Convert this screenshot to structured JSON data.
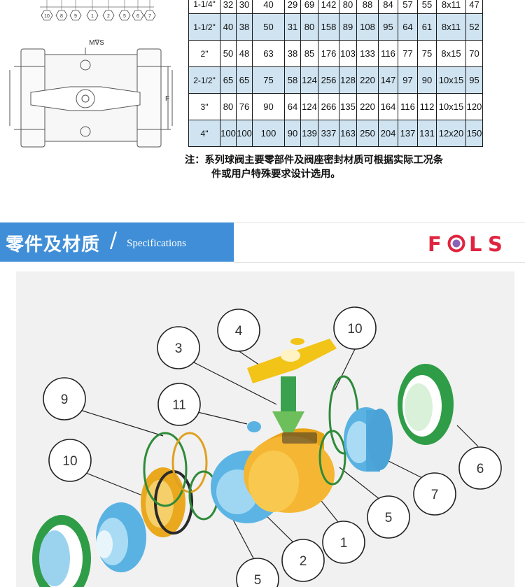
{
  "table": {
    "rows": [
      {
        "size": "1-1/4\"",
        "cells": [
          "32",
          "30",
          "40",
          "29",
          "69",
          "142",
          "80",
          "88",
          "84",
          "57",
          "55",
          "8x11",
          "47"
        ]
      },
      {
        "size": "1-1/2\"",
        "cells": [
          "40",
          "38",
          "50",
          "31",
          "80",
          "158",
          "89",
          "108",
          "95",
          "64",
          "61",
          "8x11",
          "52"
        ]
      },
      {
        "size": "2\"",
        "cells": [
          "50",
          "48",
          "63",
          "38",
          "85",
          "176",
          "103",
          "133",
          "116",
          "77",
          "75",
          "8x15",
          "70"
        ]
      },
      {
        "size": "2-1/2\"",
        "cells": [
          "65",
          "65",
          "75",
          "58",
          "124",
          "256",
          "128",
          "220",
          "147",
          "97",
          "90",
          "10x15",
          "95"
        ]
      },
      {
        "size": "3\"",
        "cells": [
          "80",
          "76",
          "90",
          "64",
          "124",
          "266",
          "135",
          "220",
          "164",
          "116",
          "112",
          "10x15",
          "120"
        ]
      },
      {
        "size": "4\"",
        "cells": [
          "100",
          "100",
          "100",
          "90",
          "139",
          "337",
          "163",
          "250",
          "204",
          "137",
          "131",
          "12x20",
          "150"
        ]
      }
    ]
  },
  "drawing": {
    "part_numbers": [
      "10",
      "8",
      "9",
      "1",
      "2",
      "5",
      "6",
      "7"
    ],
    "label_mvs": "M∇S",
    "label_f": "F"
  },
  "note": {
    "line1": "注：系列球阀主要零部件及阀座密封材质可根据实际工况条",
    "line2": "件或用户特殊要求设计选用。"
  },
  "banner": {
    "title": "零件及材质",
    "slash": "/",
    "subtitle": "Specifications"
  },
  "logo": {
    "letters": [
      "F",
      "L",
      "S"
    ],
    "color": "#e0243f"
  },
  "diagram": {
    "callouts": [
      "4",
      "3",
      "10",
      "9",
      "11",
      "10",
      "6",
      "7",
      "5",
      "1",
      "2",
      "5"
    ],
    "colors": {
      "handle": "#f2c418",
      "body": "#f5b733",
      "seat": "#7fc3e8",
      "union_nut": "#3fae54",
      "oring": "#2e8b3a",
      "gasket": "#e0a020"
    }
  }
}
